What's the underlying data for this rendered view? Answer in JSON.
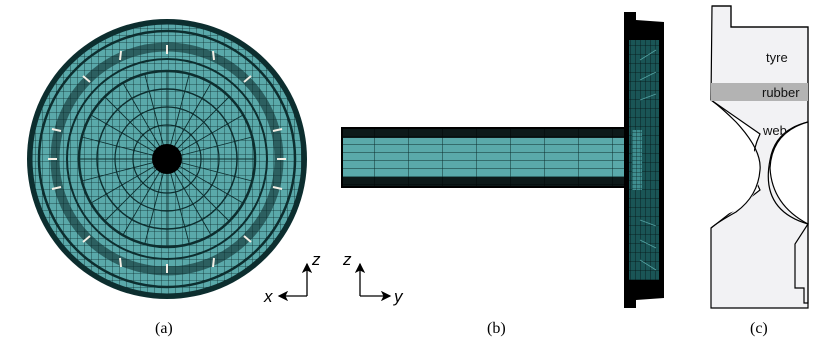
{
  "panels": {
    "a": {
      "caption": "(a)",
      "axis_horizontal": "x",
      "axis_vertical": "z"
    },
    "b": {
      "caption": "(b)",
      "axis_horizontal": "y",
      "axis_vertical": "z"
    },
    "c": {
      "caption": "(c)",
      "labels": {
        "tyre": "tyre",
        "rubber": "rubber",
        "web": "web"
      }
    }
  },
  "colors": {
    "mesh_fill": "#5aa9aa",
    "mesh_line": "#0d2e2f",
    "rubber_band": "#b3b3b3",
    "section_fill": "#f2f2f4"
  },
  "icons": {
    "axis_arrows": "arrow-icon"
  }
}
